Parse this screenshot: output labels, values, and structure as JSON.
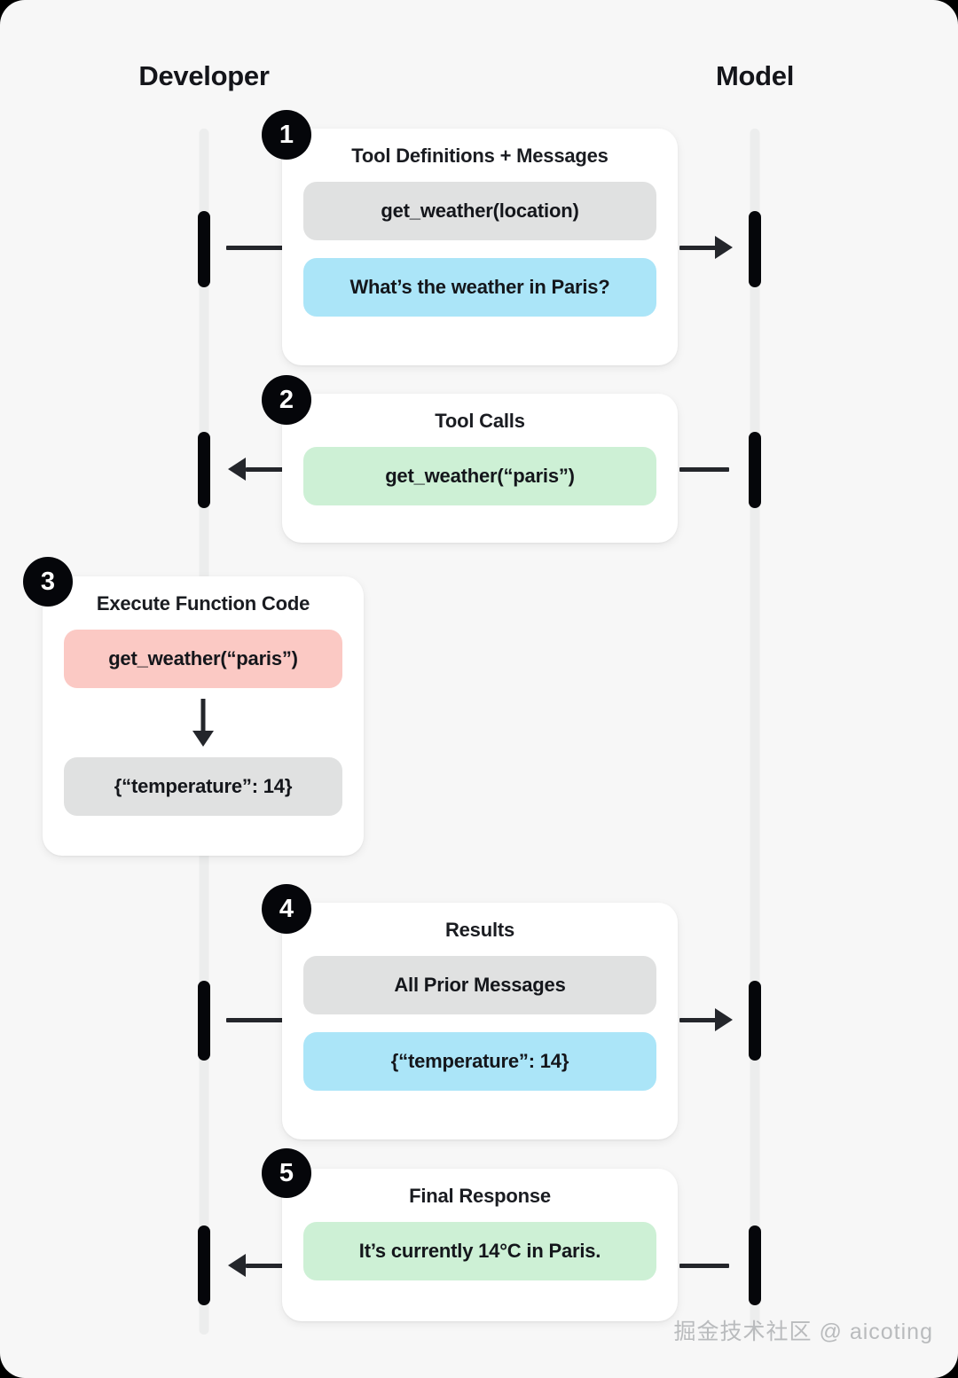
{
  "lanes": {
    "developer": "Developer",
    "model": "Model"
  },
  "steps": [
    {
      "number": "1",
      "title": "Tool Definitions + Messages",
      "items": [
        {
          "text": "get_weather(location)",
          "color": "gray"
        },
        {
          "text": "What’s the weather in Paris?",
          "color": "blue"
        }
      ],
      "direction": "developer-to-model"
    },
    {
      "number": "2",
      "title": "Tool Calls",
      "items": [
        {
          "text": "get_weather(“paris”)",
          "color": "green"
        }
      ],
      "direction": "model-to-developer"
    },
    {
      "number": "3",
      "title": "Execute Function Code",
      "items": [
        {
          "text": "get_weather(“paris”)",
          "color": "pink"
        },
        {
          "text": "{“temperature”: 14}",
          "color": "gray"
        }
      ],
      "direction": "internal"
    },
    {
      "number": "4",
      "title": "Results",
      "items": [
        {
          "text": "All Prior Messages",
          "color": "gray"
        },
        {
          "text": "{“temperature”: 14}",
          "color": "blue"
        }
      ],
      "direction": "developer-to-model"
    },
    {
      "number": "5",
      "title": "Final Response",
      "items": [
        {
          "text": "It’s currently 14°C in Paris.",
          "color": "green"
        }
      ],
      "direction": "model-to-developer"
    }
  ],
  "watermark": "掘金技术社区 @ aicoting",
  "colors": {
    "background": "#f7f7f7",
    "lifeline": "#eceded",
    "activation": "#05060a",
    "connector": "#24262b",
    "card": "#ffffff",
    "pill_gray": "#e0e1e1",
    "pill_blue": "#abe5f8",
    "pill_green": "#cdf0d5",
    "pill_pink": "#fbc9c4"
  }
}
